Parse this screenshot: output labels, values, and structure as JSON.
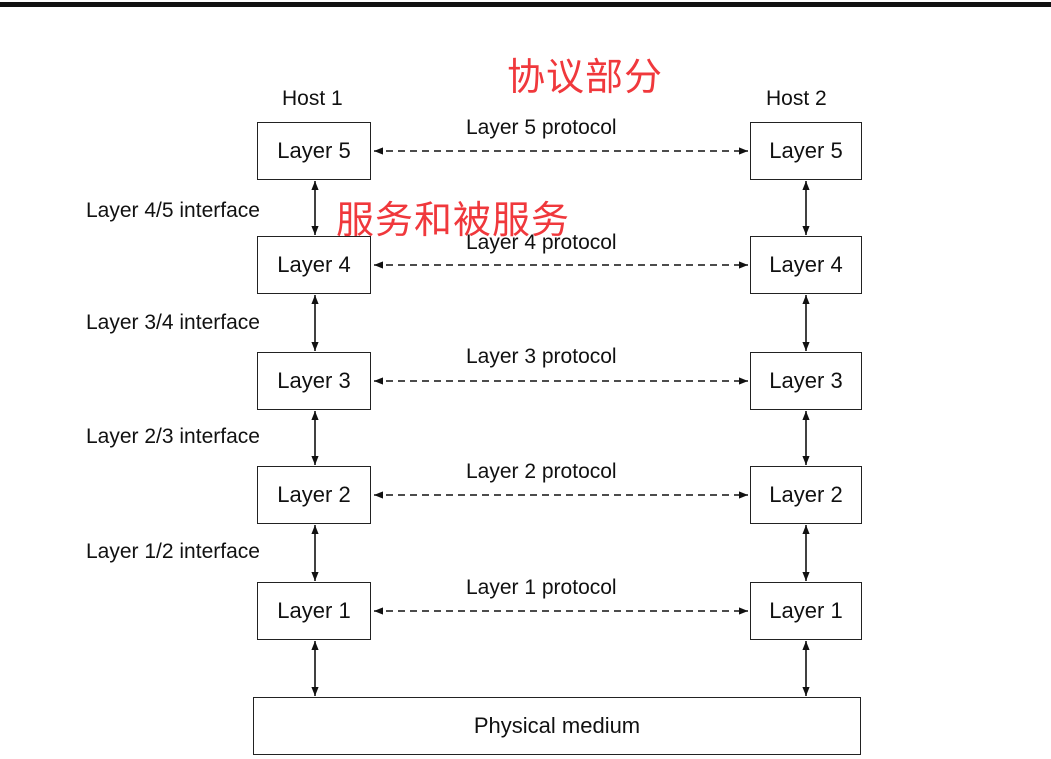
{
  "annotations": {
    "protocol_part": "协议部分",
    "service_and_served": "服务和被服务"
  },
  "hosts": [
    {
      "title": "Host 1",
      "layers": [
        "Layer 5",
        "Layer 4",
        "Layer 3",
        "Layer 2",
        "Layer 1"
      ]
    },
    {
      "title": "Host 2",
      "layers": [
        "Layer 5",
        "Layer 4",
        "Layer 3",
        "Layer 2",
        "Layer 1"
      ]
    }
  ],
  "protocols": [
    "Layer 5 protocol",
    "Layer 4 protocol",
    "Layer 3 protocol",
    "Layer 2 protocol",
    "Layer 1 protocol"
  ],
  "interfaces": [
    "Layer 4/5 interface",
    "Layer 3/4 interface",
    "Layer 2/3 interface",
    "Layer 1/2 interface"
  ],
  "physical_medium": "Physical medium",
  "colors": {
    "annotation": "#f0383c",
    "line": "#111111"
  }
}
